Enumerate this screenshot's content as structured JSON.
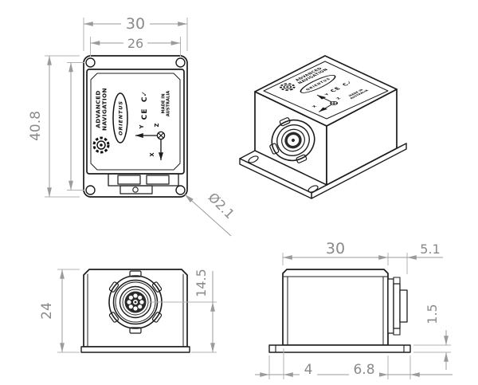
{
  "drawing": {
    "background": "#ffffff",
    "line_color": "#1c1c1c",
    "dimension_color": "#8a8a8a",
    "dimensions": {
      "top_width": "30",
      "top_hole_spacing": "26",
      "top_height": "40.8",
      "hole_diameter": "Ø2.1",
      "front_height": "24",
      "connector_axis_height": "14.5",
      "side_length": "30",
      "connector_protrusion": "5.1",
      "flange_thickness": "1.5",
      "flange_front_offset": "4",
      "flange_rear_offset": "6.8"
    },
    "labels": {
      "brand_line1": "ADVANCED",
      "brand_line2": "NAVIGATION",
      "product": "ORIENTUS",
      "rcm_mark": "C✓",
      "ce_mark": "CE",
      "made_in_line1": "MADE IN",
      "made_in_line2": "AUSTRALIA",
      "axis_x": "X",
      "axis_y": "Y",
      "axis_z": "Z"
    }
  }
}
